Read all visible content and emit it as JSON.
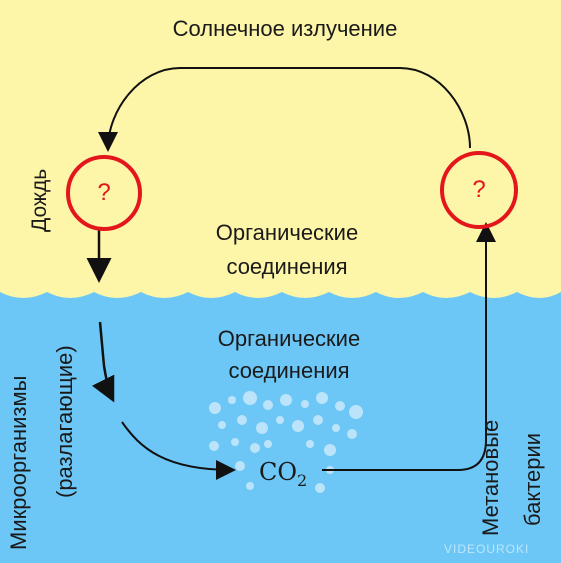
{
  "title": "Солнечное излучение",
  "rain_label": "Дождь",
  "land_label_line1": "Органические",
  "land_label_line2": "соединения",
  "water_label_line1": "Органические",
  "water_label_line2": "соединения",
  "co2_label": "CO",
  "co2_subscript": "2",
  "microorganisms_line1": "Микроорганизмы",
  "microorganisms_line2": "(разлагающие)",
  "methane_line1": "Метановые",
  "methane_line2": "бактерии",
  "unknown_left": "?",
  "unknown_right": "?",
  "watermark": "VIDEOUROKI",
  "colors": {
    "land": "#fdf5a8",
    "water": "#6cc7f7",
    "circle": "#e3161b",
    "arrow": "#111111"
  }
}
